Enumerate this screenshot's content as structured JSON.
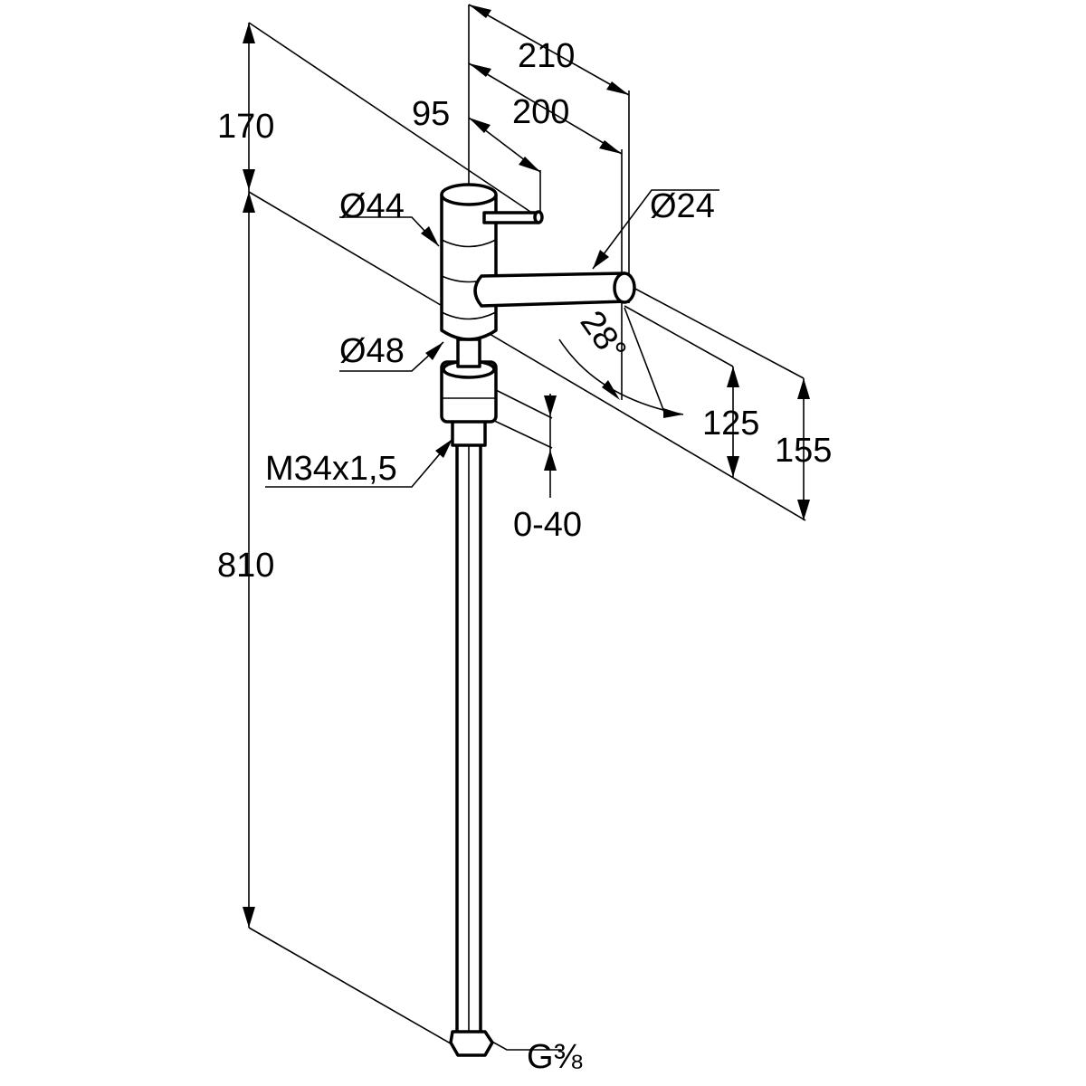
{
  "title": "Faucet dimension drawing",
  "colors": {
    "line": "#000000",
    "background": "#ffffff"
  },
  "dimensions": {
    "total_width": "210",
    "spout_reach": "200",
    "lever_length": "95",
    "height_above": "170",
    "height_below": "810",
    "body_diameter_top": "Ø44",
    "spout_diameter": "Ø24",
    "base_diameter": "Ø48",
    "swivel_angle": "28°",
    "spout_height": "125",
    "total_height_spout": "155",
    "thread": "M34x1,5",
    "counter_thickness": "0-40",
    "connection": "G⅜"
  }
}
